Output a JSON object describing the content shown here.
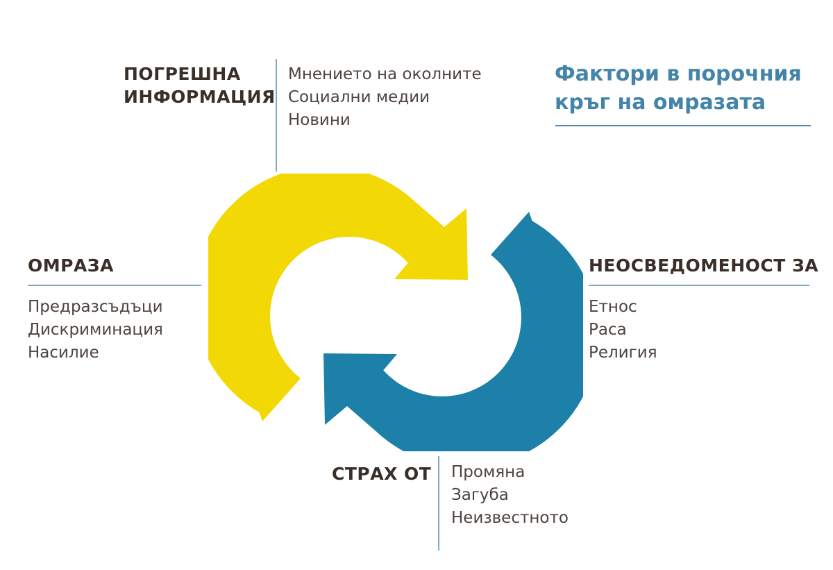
{
  "title": {
    "line1": "Фактори в порочния",
    "line2": "кръг на омразата"
  },
  "factors": {
    "misinformation": {
      "heading": "ПОГРЕШНА ИНФОРМАЦИЯ",
      "items": [
        "Мнението на околните",
        "Социални медии",
        "Новини"
      ]
    },
    "hate": {
      "heading": "ОМРАЗА",
      "items": [
        "Предразсъдъци",
        "Дискриминация",
        "Насилие"
      ]
    },
    "ignorance": {
      "heading": "НЕОСВЕДОМЕНОСТ ЗА",
      "items": [
        "Етнос",
        "Раса",
        "Религия"
      ]
    },
    "fear": {
      "heading": "СТРАХ ОТ",
      "items": [
        "Промяна",
        "Загуба",
        "Неизвестното"
      ]
    }
  },
  "colors": {
    "yellow_arrow": "#F2D906",
    "blue_arrow": "#1D80A8",
    "heading_text": "#3A2F28",
    "body_text": "#4D443F",
    "separator_line": "#7FA9C4",
    "title_text": "#4484A8",
    "title_rule": "#5688AE",
    "background": "#FFFFFF"
  },
  "icons": {
    "cycle": "cycle-arrows-icon"
  }
}
